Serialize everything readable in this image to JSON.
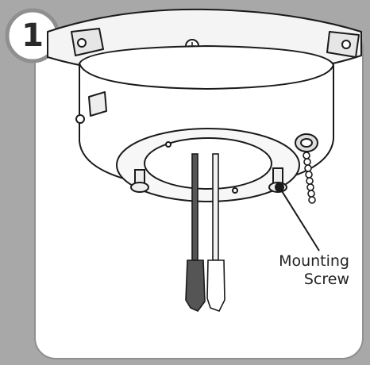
{
  "step": {
    "number": "1"
  },
  "callout": {
    "line1": "Mounting",
    "line2": "Screw"
  },
  "colors": {
    "panel_border": "#a5a5a5",
    "panel_bg": "#ffffff",
    "line": "#1a1a1a",
    "wire_dark": "#555555",
    "wire_light": "#f2f2f2"
  }
}
